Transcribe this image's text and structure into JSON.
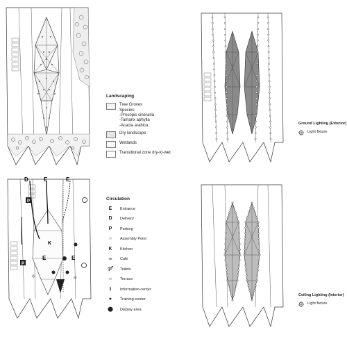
{
  "landscaping": {
    "title": "Landscaping",
    "tree_groves_label": "Tree Groves",
    "species_title": "Species:",
    "species": [
      "-Prosopis cineraria",
      "-Tamarix aphylla",
      "-Acacia arabica"
    ],
    "dry_label": "Dry landscape",
    "wetlands_label": "Wetlands",
    "transitional_label": "Transitional zone dry-to-wet"
  },
  "ground_lighting": {
    "title": "Ground Lighting (Exterior)",
    "fixture_label": "Light fixture"
  },
  "circulation": {
    "title": "Circulation",
    "items": [
      {
        "symbol": "E",
        "label": "Entrance"
      },
      {
        "symbol": "D",
        "label": "Delivery"
      },
      {
        "symbol": "P",
        "label": "Parking"
      },
      {
        "symbol": "○",
        "label": "Assembly Point"
      },
      {
        "symbol": "K",
        "label": "Kitchen"
      },
      {
        "symbol": "☕",
        "label": "Cafe"
      },
      {
        "symbol": "⚤",
        "label": "Toilets"
      },
      {
        "symbol": "☼",
        "label": "Terrace"
      },
      {
        "symbol": "ℹ",
        "label": "Information-center"
      },
      {
        "symbol": "●",
        "label": "Training-center"
      },
      {
        "symbol": "⬤",
        "label": "Display area"
      }
    ],
    "map_labels": {
      "d": "D",
      "e1": "E",
      "e2": "E",
      "e3": "E",
      "e4": "E",
      "k": "K",
      "p1": "P",
      "p2": "P"
    }
  },
  "ceiling_lighting": {
    "title": "Ceiling Lighting (Interior)",
    "fixture_label": "Light fixture"
  },
  "colors": {
    "line": "#333333",
    "fill_dark": "#8a8a8a",
    "fill_mid": "#bdbdbd"
  }
}
